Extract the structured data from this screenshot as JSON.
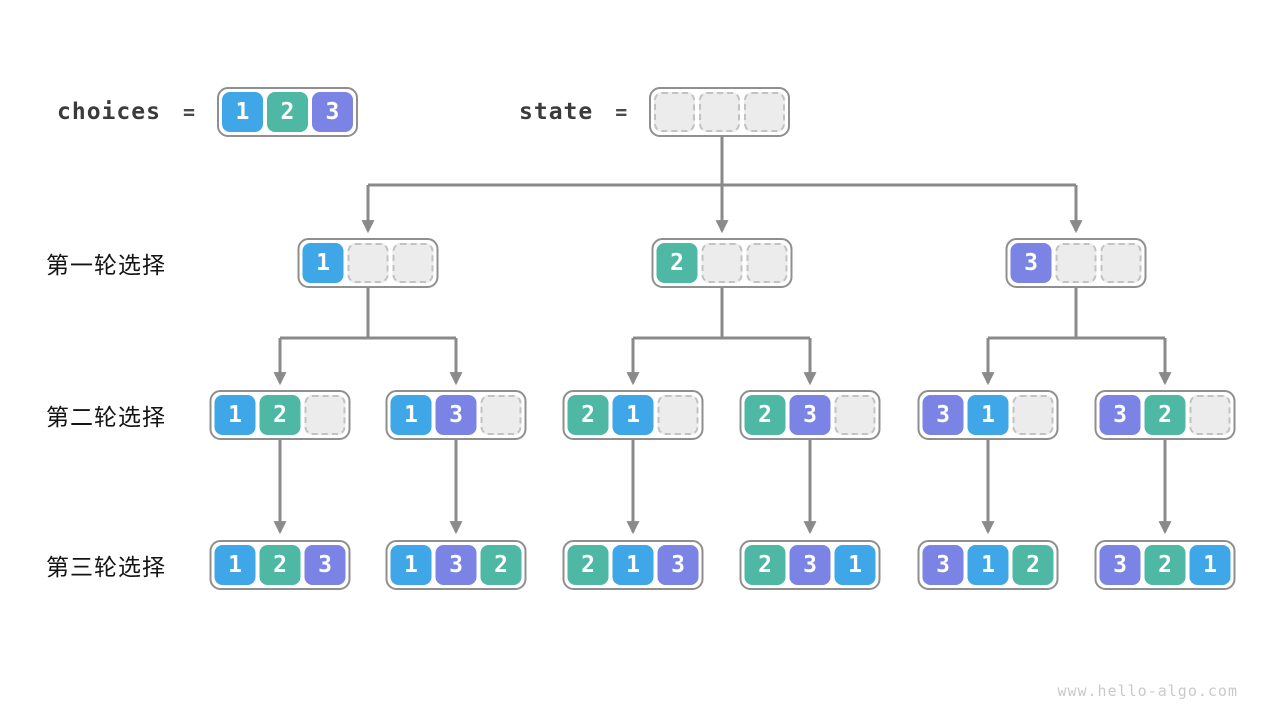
{
  "header": {
    "choices_label": "choices",
    "choices_equals": "=",
    "choices_cells": [
      "1",
      "2",
      "3"
    ],
    "state_label": "state",
    "state_equals": "=",
    "state_cells": [
      "",
      "",
      ""
    ]
  },
  "rows": [
    {
      "label": "第一轮选择",
      "nodes": [
        [
          "1",
          "",
          ""
        ],
        [
          "2",
          "",
          ""
        ],
        [
          "3",
          "",
          ""
        ]
      ]
    },
    {
      "label": "第二轮选择",
      "nodes": [
        [
          "1",
          "2",
          ""
        ],
        [
          "1",
          "3",
          ""
        ],
        [
          "2",
          "1",
          ""
        ],
        [
          "2",
          "3",
          ""
        ],
        [
          "3",
          "1",
          ""
        ],
        [
          "3",
          "2",
          ""
        ]
      ]
    },
    {
      "label": "第三轮选择",
      "nodes": [
        [
          "1",
          "2",
          "3"
        ],
        [
          "1",
          "3",
          "2"
        ],
        [
          "2",
          "1",
          "3"
        ],
        [
          "2",
          "3",
          "1"
        ],
        [
          "3",
          "1",
          "2"
        ],
        [
          "3",
          "2",
          "1"
        ]
      ]
    }
  ],
  "footer": {
    "watermark": "www.hello-algo.com"
  },
  "colors": {
    "digit1": "#3FA7E8",
    "digit2": "#4FB8A5",
    "digit3": "#7B84E4",
    "connector": "#8A8A8A",
    "empty_fill": "#ECECEC",
    "empty_border": "#C2C2C2",
    "box_border": "#8F8F8F"
  }
}
